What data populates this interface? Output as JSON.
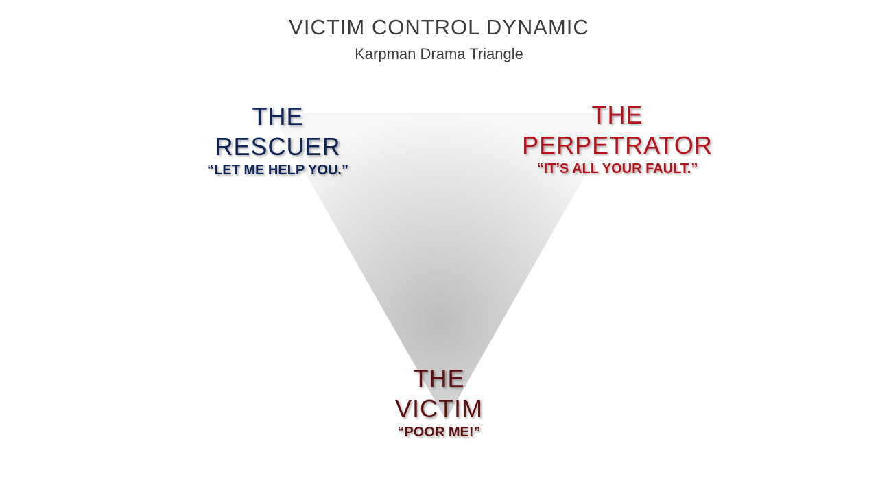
{
  "header": {
    "title": "VICTIM CONTROL DYNAMIC",
    "subtitle": "Karpman Drama Triangle"
  },
  "roles": {
    "rescuer": {
      "name": "THE\nRESCUER",
      "quote": "“LET ME HELP YOU.”",
      "color": "#0f2456"
    },
    "perpetrator": {
      "name": "THE\nPERPETRATOR",
      "quote": "“IT’S ALL YOUR FAULT.”",
      "color": "#b5121b"
    },
    "victim": {
      "name": "THE\nVICTIM",
      "quote": "“POOR ME!”",
      "color": "#5e1010"
    }
  }
}
